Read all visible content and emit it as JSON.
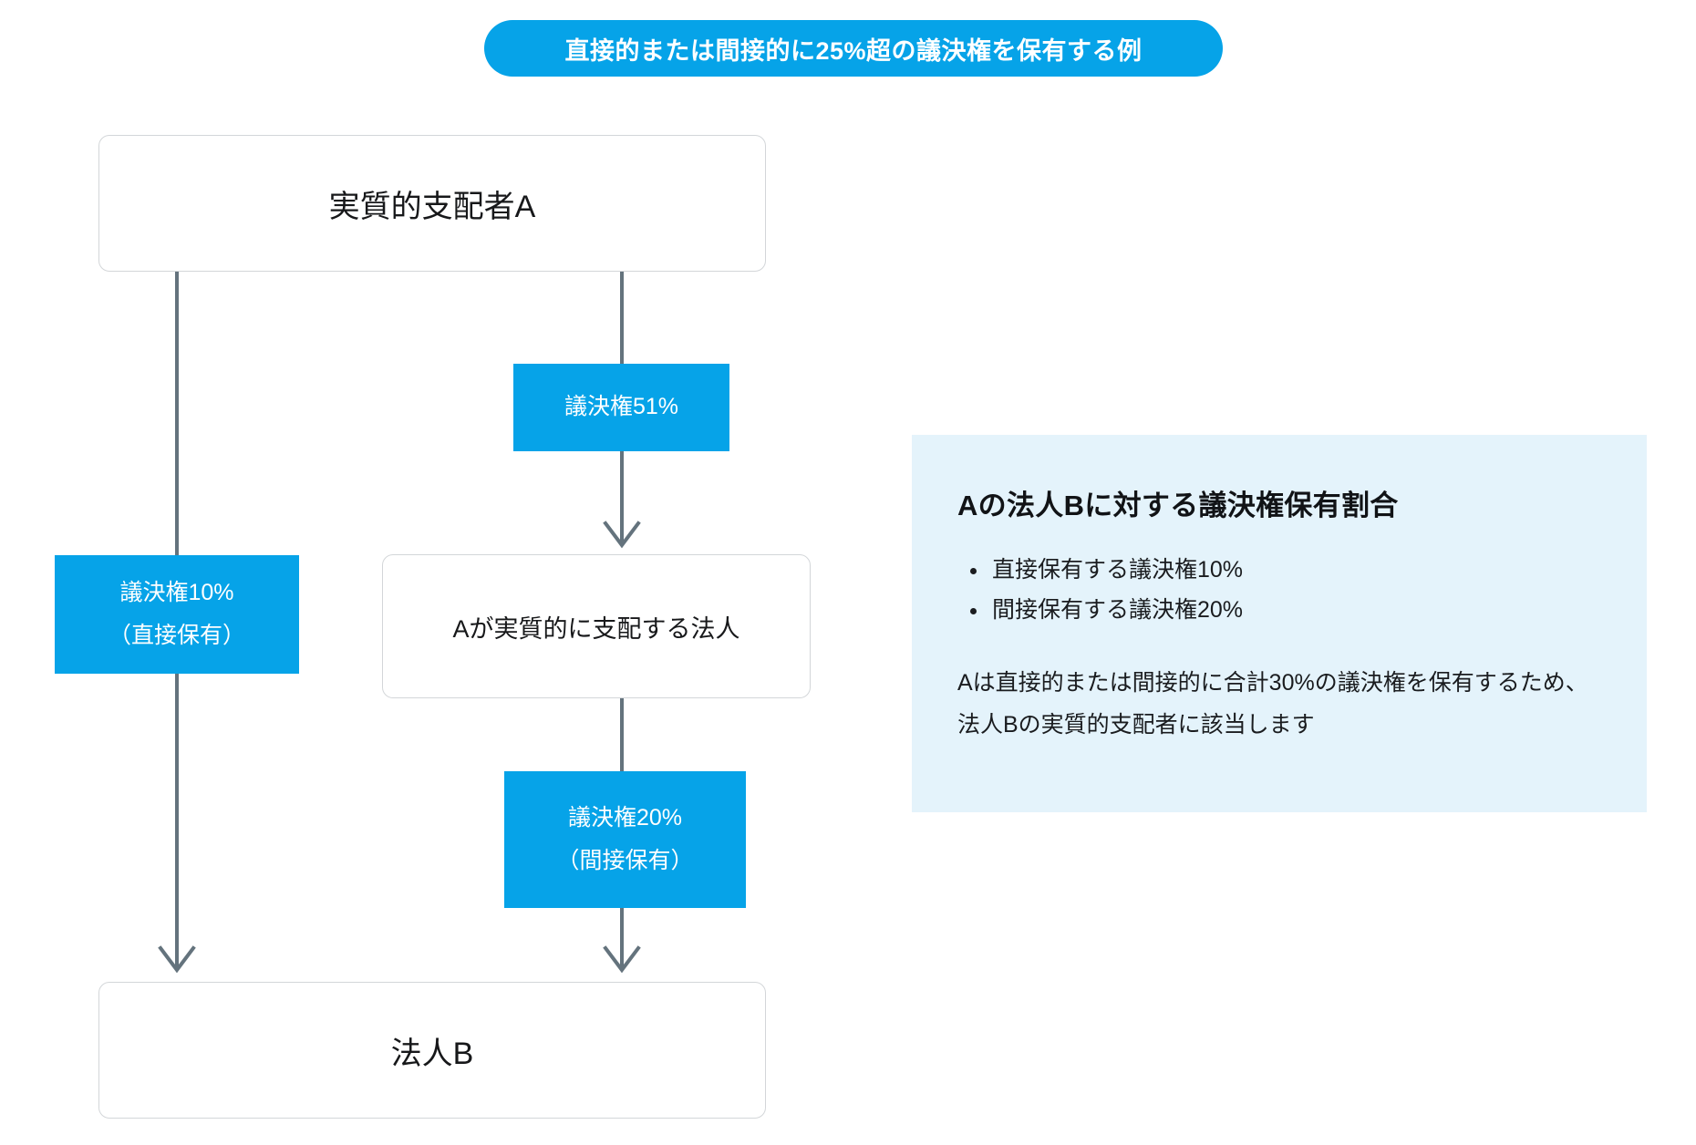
{
  "header": {
    "pill_label": "直接的または間接的に25%超の議決権を保有する例",
    "pill_color": "#06a3e8"
  },
  "diagram": {
    "nodes": [
      {
        "id": "person-a",
        "label": "実質的支配者A"
      },
      {
        "id": "controlled-entity",
        "label": "Aが実質的に支配する法人"
      },
      {
        "id": "corporation-b",
        "label": "法人B"
      }
    ],
    "edge_labels": [
      {
        "id": "voting-51",
        "line1": "議決権51%",
        "line2": ""
      },
      {
        "id": "voting-10-direct",
        "line1": "議決権10%",
        "line2": "（直接保有）"
      },
      {
        "id": "voting-20-indirect",
        "line1": "議決権20%",
        "line2": "（間接保有）"
      }
    ],
    "line_color": "#64737d"
  },
  "info": {
    "title": "Aの法人Bに対する議決権保有割合",
    "bullets": [
      "直接保有する議決権10%",
      "間接保有する議決権20%"
    ],
    "paragraph": "Aは直接的または間接的に合計30%の議決権を保有するため、法人Bの実質的支配者に該当します",
    "background_color": "#e4f3fb"
  }
}
